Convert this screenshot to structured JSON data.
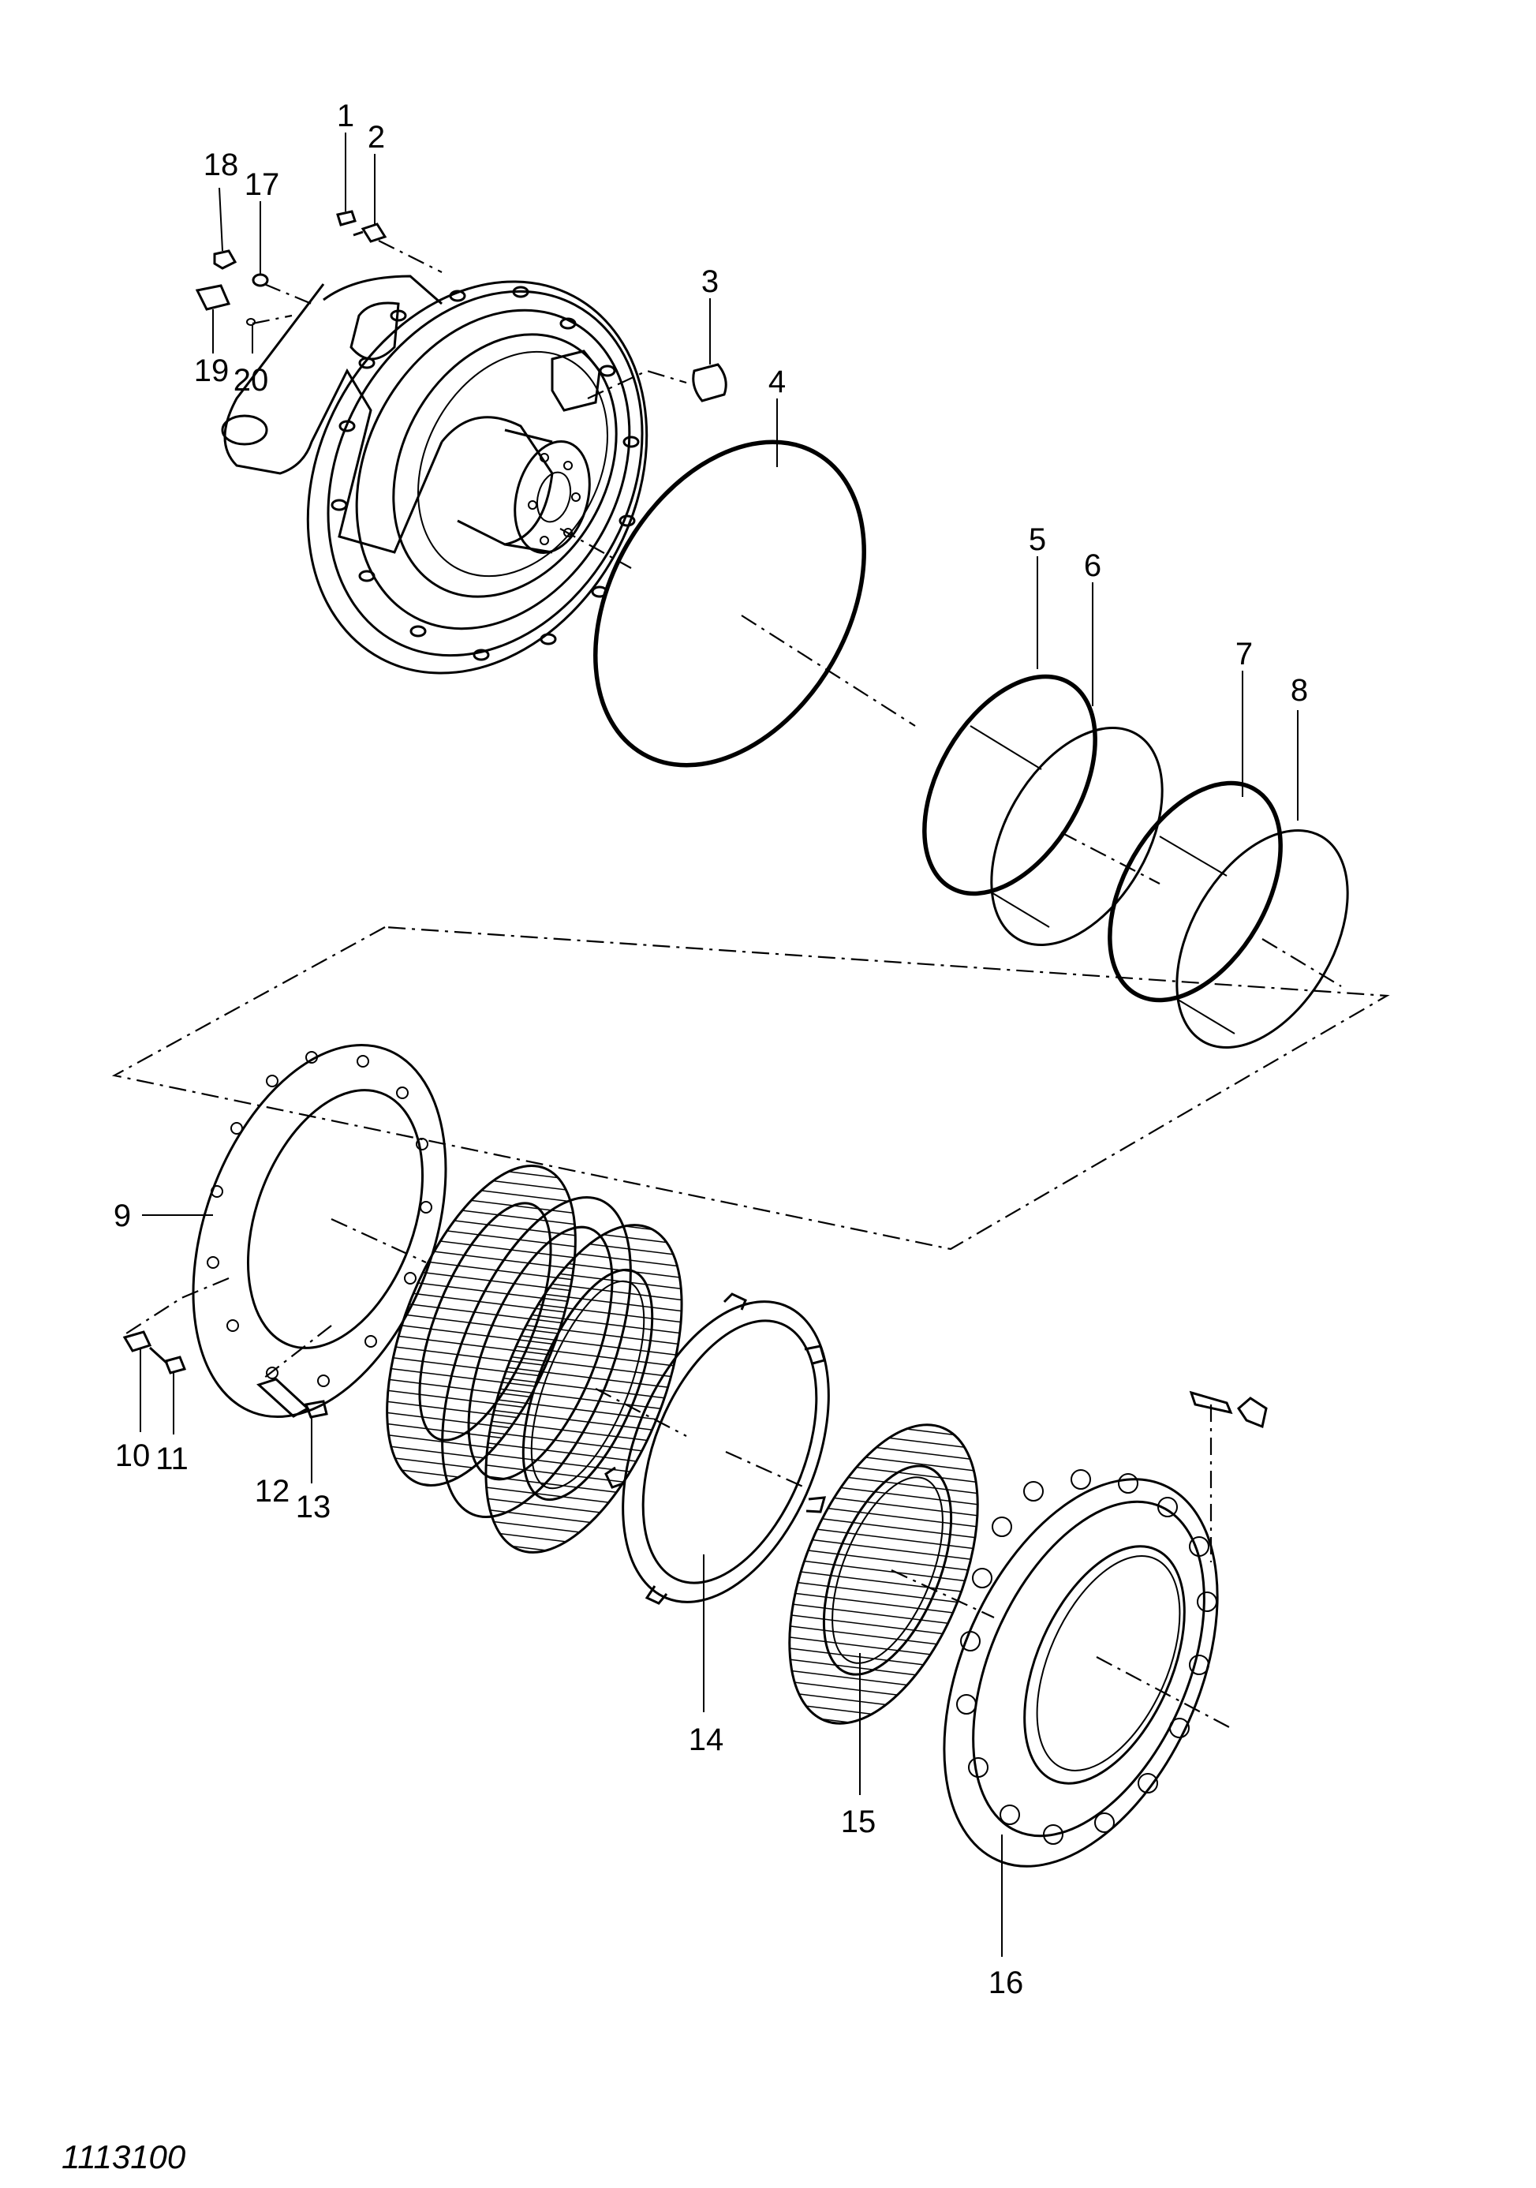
{
  "drawing_id": "1113100",
  "callouts": [
    {
      "id": "1",
      "label": "1"
    },
    {
      "id": "2",
      "label": "2"
    },
    {
      "id": "3",
      "label": "3"
    },
    {
      "id": "4",
      "label": "4"
    },
    {
      "id": "5",
      "label": "5"
    },
    {
      "id": "6",
      "label": "6"
    },
    {
      "id": "7",
      "label": "7"
    },
    {
      "id": "8",
      "label": "8"
    },
    {
      "id": "9",
      "label": "9"
    },
    {
      "id": "10",
      "label": "10"
    },
    {
      "id": "11",
      "label": "11"
    },
    {
      "id": "12",
      "label": "12"
    },
    {
      "id": "13",
      "label": "13"
    },
    {
      "id": "14",
      "label": "14"
    },
    {
      "id": "15",
      "label": "15"
    },
    {
      "id": "16",
      "label": "16"
    },
    {
      "id": "17",
      "label": "17"
    },
    {
      "id": "18",
      "label": "18"
    },
    {
      "id": "19",
      "label": "19"
    },
    {
      "id": "20",
      "label": "20"
    }
  ]
}
